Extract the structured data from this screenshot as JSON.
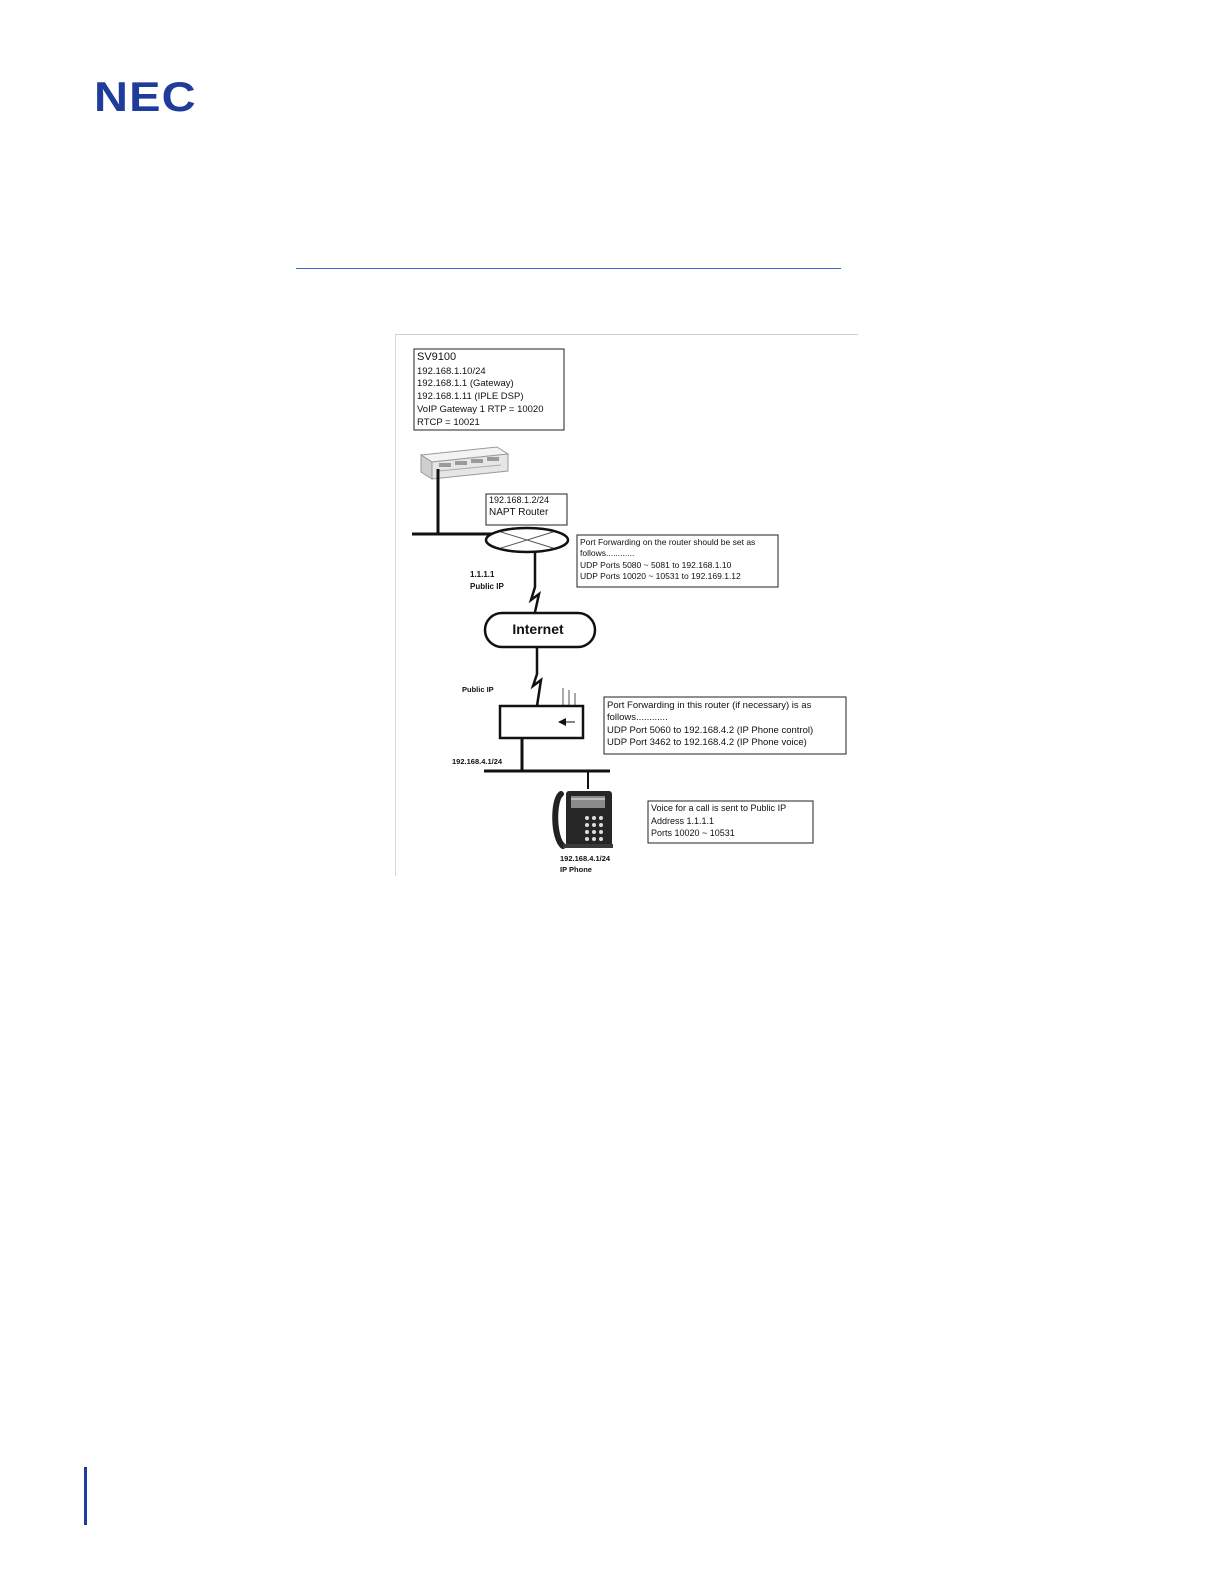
{
  "header": {
    "logo_text": "NEC"
  },
  "diagram": {
    "sv9100_box": {
      "lines": [
        "SV9100",
        "192.168.1.10/24",
        "192.168.1.1 (Gateway)",
        "192.168.1.11 (IPLE DSP)",
        "VoIP Gateway 1 RTP = 10020",
        "RTCP = 10021"
      ]
    },
    "napt_router_box": {
      "lines": [
        "192.168.1.2/24",
        "NAPT Router"
      ]
    },
    "port_forwarding_main": {
      "lines": [
        "Port Forwarding on the router should be set as",
        "follows............",
        "UDP Ports 5080 ~ 5081 to 192.168.1.10",
        "UDP Ports 10020 ~ 10531 to 192.169.1.12"
      ]
    },
    "public_ip_main": {
      "ip": "1.1.1.1",
      "label": "Public IP"
    },
    "internet_label": "Internet",
    "public_ip_remote_label": "Public IP",
    "port_forwarding_remote": {
      "lines": [
        "Port Forwarding in this router (if necessary) is as",
        "follows............",
        "UDP Port 5060 to 192.168.4.2 (IP Phone control)",
        "UDP Port 3462 to 192.168.4.2 (IP Phone voice)"
      ]
    },
    "remote_lan_label": "192.168.4.1/24",
    "voice_box": {
      "lines": [
        "Voice for a call is sent to Public IP",
        "Address 1.1.1.1",
        "Ports 10020 ~ 10531"
      ]
    },
    "ip_phone": {
      "ip": "192.168.4.1/24",
      "label": "IP Phone"
    }
  },
  "icons": {
    "pbx": "pbx-unit-icon",
    "router": "router-icon",
    "cloud": "internet-cloud-icon",
    "phone": "ip-phone-icon"
  },
  "colors": {
    "brand": "#1f3c9a",
    "rule": "#3d63c6"
  }
}
